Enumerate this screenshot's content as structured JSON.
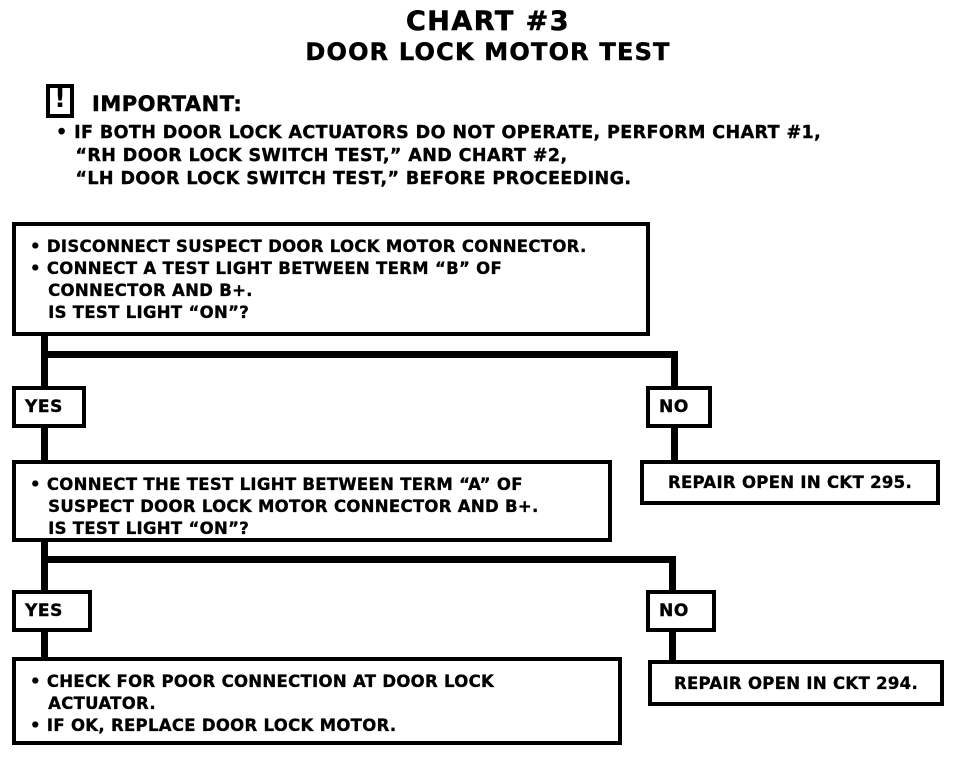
{
  "title": {
    "chart_number": "CHART #3",
    "subtitle": "DOOR LOCK MOTOR TEST"
  },
  "important": {
    "icon": "warning-exclamation-icon",
    "label": "IMPORTANT:",
    "lines": [
      "• IF BOTH DOOR LOCK ACTUATORS DO NOT OPERATE, PERFORM CHART #1,",
      "   “RH DOOR LOCK SWITCH TEST,” AND CHART #2,",
      "   “LH DOOR LOCK SWITCH TEST,” BEFORE PROCEEDING."
    ]
  },
  "flow": {
    "step1": {
      "lines": [
        "• DISCONNECT SUSPECT DOOR LOCK MOTOR CONNECTOR.",
        "• CONNECT A TEST LIGHT BETWEEN TERM “B” OF",
        "   CONNECTOR AND B+.",
        "   IS TEST LIGHT “ON”?"
      ]
    },
    "step1_yes": "YES",
    "step1_no": "NO",
    "step1_no_result": "REPAIR OPEN IN CKT 295.",
    "step2": {
      "lines": [
        "• CONNECT THE TEST LIGHT BETWEEN TERM “A” OF",
        "   SUSPECT DOOR LOCK MOTOR CONNECTOR AND B+.",
        "   IS TEST LIGHT “ON”?"
      ]
    },
    "step2_yes": "YES",
    "step2_no": "NO",
    "step2_no_result": "REPAIR OPEN IN CKT 294.",
    "step2_yes_result": {
      "lines": [
        "• CHECK FOR POOR CONNECTION AT DOOR LOCK",
        "   ACTUATOR.",
        "• IF OK, REPLACE DOOR LOCK MOTOR."
      ]
    }
  },
  "colors": {
    "ink": "#000000",
    "paper": "#ffffff"
  }
}
